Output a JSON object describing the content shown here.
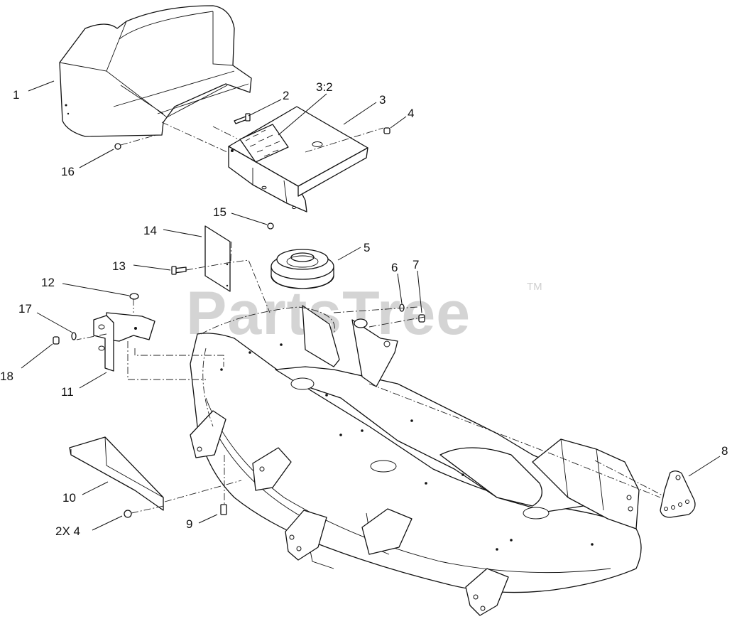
{
  "watermark": {
    "brand": "PartsTree",
    "trademark": "TM"
  },
  "callouts": [
    {
      "id": "c1",
      "label": "1"
    },
    {
      "id": "c2",
      "label": "2"
    },
    {
      "id": "c3-2",
      "label": "3:2"
    },
    {
      "id": "c3",
      "label": "3"
    },
    {
      "id": "c4",
      "label": "4"
    },
    {
      "id": "c16",
      "label": "16"
    },
    {
      "id": "c15",
      "label": "15"
    },
    {
      "id": "c14",
      "label": "14"
    },
    {
      "id": "c5",
      "label": "5"
    },
    {
      "id": "c13",
      "label": "13"
    },
    {
      "id": "c6",
      "label": "6"
    },
    {
      "id": "c7",
      "label": "7"
    },
    {
      "id": "c12",
      "label": "12"
    },
    {
      "id": "c17",
      "label": "17"
    },
    {
      "id": "c18",
      "label": "18"
    },
    {
      "id": "c11",
      "label": "11"
    },
    {
      "id": "c8",
      "label": "8"
    },
    {
      "id": "c10",
      "label": "10"
    },
    {
      "id": "c9",
      "label": "9"
    },
    {
      "id": "c2x4",
      "label": "2X 4"
    }
  ]
}
